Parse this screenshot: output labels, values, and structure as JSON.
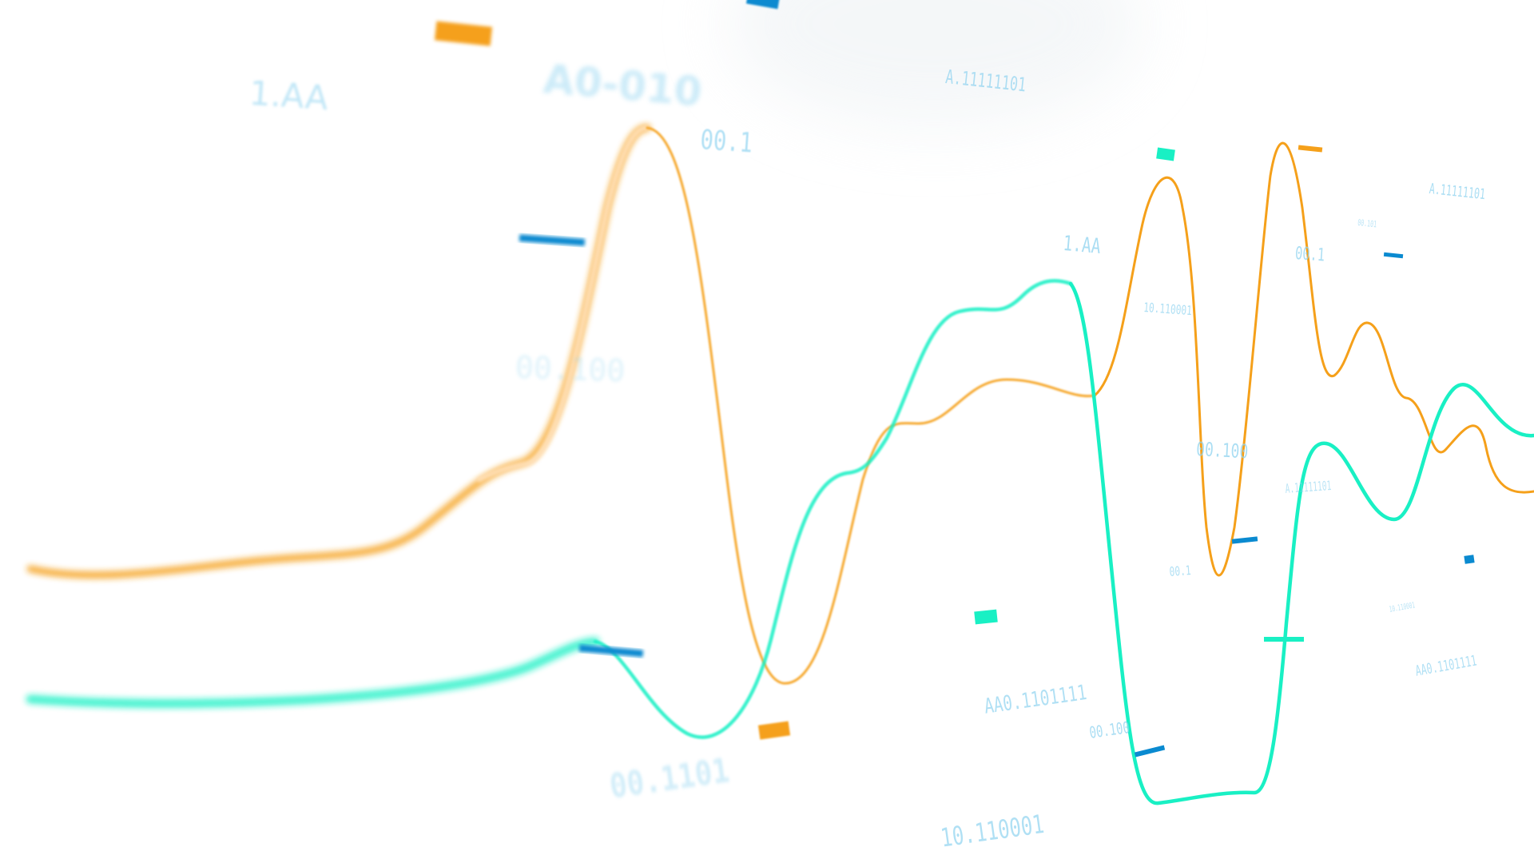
{
  "scene": {
    "background": "#ffffff",
    "colors": {
      "orange": "#f5a01a",
      "teal": "#19f0c4",
      "blue": "#0a8ad0",
      "label": "#8fd3f0"
    }
  },
  "labels": {
    "l1": "1.AA",
    "l2": "A0-010",
    "l3": "A.11111101",
    "l4": "00.1",
    "l5": "00.100",
    "l6": "1.AA",
    "l7": "10.110001",
    "l8": "00.100",
    "l9": "00.1",
    "l10": "A.11111101",
    "l11": "AA0.1101111",
    "l12": "00.100",
    "l13": "00.1101",
    "l14": "10.110001",
    "l15": "A.11111101",
    "l16": "00.1",
    "l17": "00.101",
    "l18": "AA0.1101111",
    "l19": "10.110001"
  }
}
